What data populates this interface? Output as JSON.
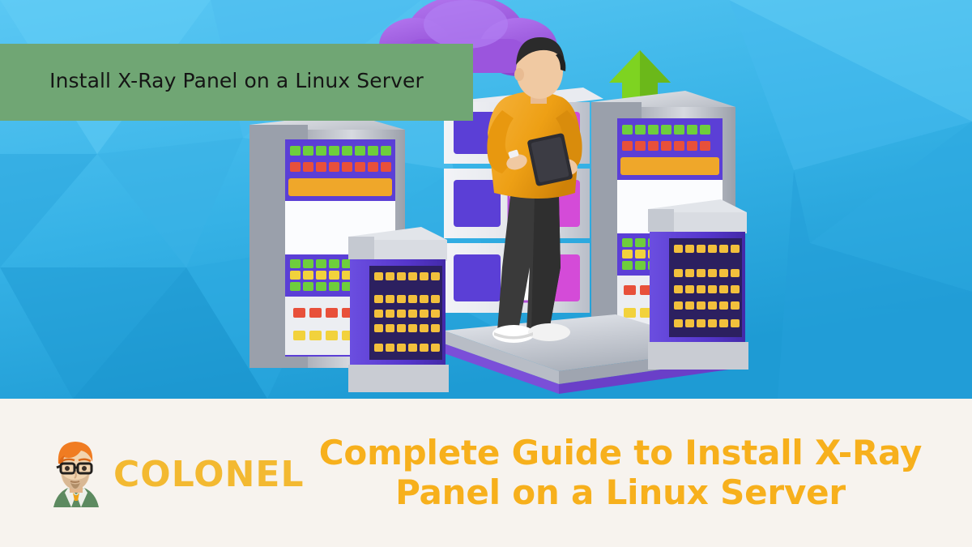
{
  "hero": {
    "background": {
      "style": "low-poly-triangles",
      "color_light": "#57c6f2",
      "color_mid": "#35b2e6",
      "color_dark": "#1f9ed6"
    },
    "illustration": {
      "name": "3d-data-center-illustration",
      "elements": [
        {
          "name": "cloud-shape",
          "color": "#9b59e0"
        },
        {
          "name": "green-up-arrow",
          "color": "#7ed321"
        },
        {
          "name": "server-rack-left",
          "color": "#c9ccd4"
        },
        {
          "name": "server-rack-right",
          "color": "#c9ccd4"
        },
        {
          "name": "server-stack-center",
          "color": "#e6e8ee"
        },
        {
          "name": "purple-tower-left",
          "color": "#5b3fd6"
        },
        {
          "name": "purple-tower-right",
          "color": "#5b3fd6"
        },
        {
          "name": "platform",
          "color": "#cfd3da"
        },
        {
          "name": "technician-character",
          "shirt_color": "#f0a318",
          "pants_color": "#3a3a3a",
          "shoe_color": "#ffffff"
        },
        {
          "name": "tablet-device",
          "color": "#2d2d33"
        }
      ],
      "led_colors": {
        "green": "#6ece3c",
        "red": "#e8503a",
        "orange": "#efa72a",
        "yellow": "#f2d23c",
        "panel_purple": "#5b3fd6",
        "panel_navy": "#2c2060",
        "screen_magenta": "#d44bd8"
      }
    },
    "caption": {
      "text": "Install X-Ray Panel on a Linux Server",
      "background_color": "#70a674",
      "text_color": "#151515"
    }
  },
  "banner": {
    "background_color": "#f7f3ee",
    "logo": {
      "mascot_name": "colonel-mascot-face",
      "hair_color": "#f07c22",
      "glasses_color": "#23201e",
      "shirt_color": "#5d8a60",
      "skin_color": "#f0cfa8",
      "wordmark": "COLONEL",
      "wordmark_color": "#f3b931"
    },
    "headline": {
      "line1": "Complete Guide to Install X-Ray",
      "line2": "Panel on a Linux Server",
      "color": "#f7b01c"
    }
  }
}
